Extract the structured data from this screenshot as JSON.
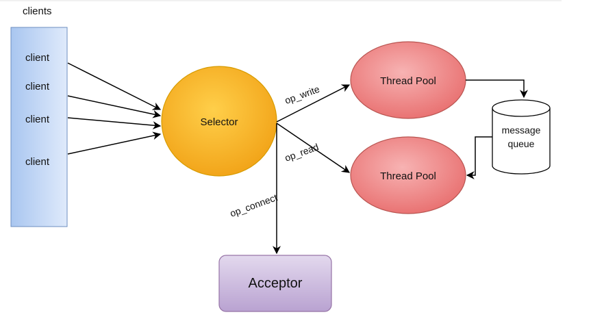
{
  "clients_panel": {
    "title": "clients",
    "items": [
      "client",
      "client",
      "client",
      "client"
    ]
  },
  "selector": {
    "label": "Selector"
  },
  "thread_pools": [
    {
      "label": "Thread Pool"
    },
    {
      "label": "Thread Pool"
    }
  ],
  "message_queue": {
    "line1": "message",
    "line2": "queue"
  },
  "acceptor": {
    "label": "Acceptor"
  },
  "edges": {
    "write": "op_write",
    "read": "op_read",
    "connect": "op_connect"
  },
  "colors": {
    "clients_fill_top": "#a9c6f0",
    "clients_fill_bottom": "#d8e6fa",
    "clients_stroke": "#6c8ebf",
    "selector_fill": "#f5b52a",
    "selector_stroke": "#d79b00",
    "threadpool_fill": "#f08a8a",
    "threadpool_stroke": "#b85450",
    "acceptor_fill": "#c9b8dc",
    "acceptor_stroke": "#9673a6",
    "queue_fill": "#ffffff",
    "queue_stroke": "#000000",
    "arrow": "#000000"
  }
}
